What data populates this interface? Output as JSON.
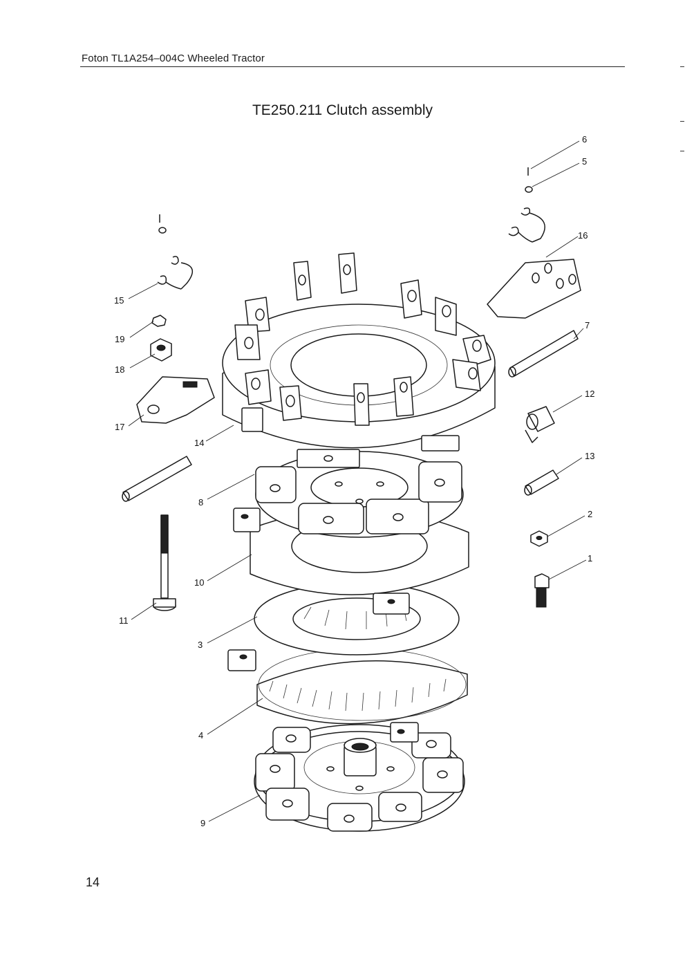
{
  "header": {
    "text": "Foton TL1A254–004C Wheeled Tractor"
  },
  "title": "TE250.211  Clutch assembly",
  "page_number": "14",
  "callouts": [
    {
      "label": "6"
    },
    {
      "label": "5"
    },
    {
      "label": "16"
    },
    {
      "label": "15"
    },
    {
      "label": "19"
    },
    {
      "label": "18"
    },
    {
      "label": "17"
    },
    {
      "label": "14"
    },
    {
      "label": "7"
    },
    {
      "label": "12"
    },
    {
      "label": "13"
    },
    {
      "label": "8"
    },
    {
      "label": "2"
    },
    {
      "label": "1"
    },
    {
      "label": "10"
    },
    {
      "label": "11"
    },
    {
      "label": "3"
    },
    {
      "label": "4"
    },
    {
      "label": "9"
    }
  ]
}
